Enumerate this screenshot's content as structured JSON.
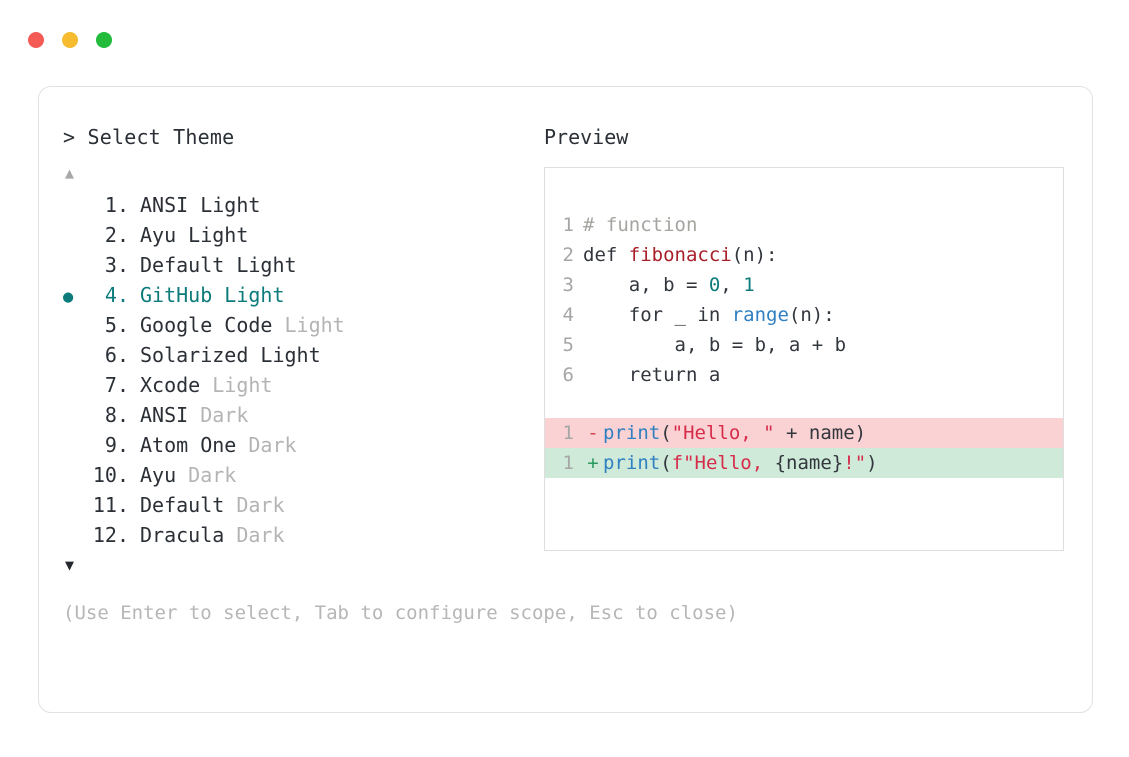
{
  "window": {
    "dots": [
      {
        "name": "close-dot",
        "color": "#f45b57"
      },
      {
        "name": "minimize-dot",
        "color": "#f6bb2f"
      },
      {
        "name": "maximize-dot",
        "color": "#22bb3b"
      }
    ]
  },
  "theme_picker": {
    "prompt": "> Select Theme",
    "scroll_up": "▲",
    "scroll_down": "▼",
    "selected_index": 4,
    "bullet": "●",
    "items": [
      {
        "num": "1.",
        "name": "ANSI",
        "variant": "Light",
        "variant_dim": false,
        "selected": false
      },
      {
        "num": "2.",
        "name": "Ayu",
        "variant": "Light",
        "variant_dim": false,
        "selected": false
      },
      {
        "num": "3.",
        "name": "Default",
        "variant": "Light",
        "variant_dim": false,
        "selected": false
      },
      {
        "num": "4.",
        "name": "GitHub",
        "variant": "Light",
        "variant_dim": false,
        "selected": true
      },
      {
        "num": "5.",
        "name": "Google Code",
        "variant": "Light",
        "variant_dim": true,
        "selected": false
      },
      {
        "num": "6.",
        "name": "Solarized",
        "variant": "Light",
        "variant_dim": false,
        "selected": false
      },
      {
        "num": "7.",
        "name": "Xcode",
        "variant": "Light",
        "variant_dim": true,
        "selected": false
      },
      {
        "num": "8.",
        "name": "ANSI",
        "variant": "Dark",
        "variant_dim": true,
        "selected": false
      },
      {
        "num": "9.",
        "name": "Atom One",
        "variant": "Dark",
        "variant_dim": true,
        "selected": false
      },
      {
        "num": "10.",
        "name": "Ayu",
        "variant": "Dark",
        "variant_dim": true,
        "selected": false
      },
      {
        "num": "11.",
        "name": "Default",
        "variant": "Dark",
        "variant_dim": true,
        "selected": false
      },
      {
        "num": "12.",
        "name": "Dracula",
        "variant": "Dark",
        "variant_dim": true,
        "selected": false
      }
    ],
    "hint": "(Use Enter to select, Tab to configure scope, Esc to close)"
  },
  "preview": {
    "label": "Preview",
    "code_lines": [
      {
        "ln": "1",
        "tokens": [
          {
            "t": "# function",
            "c": "tok-comment"
          }
        ]
      },
      {
        "ln": "2",
        "tokens": [
          {
            "t": "def ",
            "c": "tok-kw"
          },
          {
            "t": "fibonacci",
            "c": "tok-fn"
          },
          {
            "t": "(n):",
            "c": "tok-plain"
          }
        ]
      },
      {
        "ln": "3",
        "tokens": [
          {
            "t": "    a, b = ",
            "c": "tok-plain"
          },
          {
            "t": "0",
            "c": "tok-num"
          },
          {
            "t": ", ",
            "c": "tok-plain"
          },
          {
            "t": "1",
            "c": "tok-num"
          }
        ]
      },
      {
        "ln": "4",
        "tokens": [
          {
            "t": "    for _ in ",
            "c": "tok-plain"
          },
          {
            "t": "range",
            "c": "tok-builtin"
          },
          {
            "t": "(n):",
            "c": "tok-plain"
          }
        ]
      },
      {
        "ln": "5",
        "tokens": [
          {
            "t": "        a, b = b, a + b",
            "c": "tok-plain"
          }
        ]
      },
      {
        "ln": "6",
        "tokens": [
          {
            "t": "    return a",
            "c": "tok-plain"
          }
        ]
      }
    ],
    "diff_lines": [
      {
        "ln": "1",
        "kind": "del",
        "sign": "-",
        "tokens": [
          {
            "t": "print",
            "c": "tok-builtin"
          },
          {
            "t": "(",
            "c": "tok-plain"
          },
          {
            "t": "\"Hello, \"",
            "c": "tok-str"
          },
          {
            "t": " + name)",
            "c": "tok-plain"
          }
        ]
      },
      {
        "ln": "1",
        "kind": "add",
        "sign": "+",
        "tokens": [
          {
            "t": "print",
            "c": "tok-builtin"
          },
          {
            "t": "(",
            "c": "tok-plain"
          },
          {
            "t": "f\"Hello, ",
            "c": "tok-str"
          },
          {
            "t": "{name}",
            "c": "tok-plain"
          },
          {
            "t": "!\"",
            "c": "tok-str"
          },
          {
            "t": ")",
            "c": "tok-plain"
          }
        ]
      }
    ]
  },
  "colors": {
    "accent_teal": "#0d7b7b",
    "text": "#2b2f36",
    "dim": "#b4b4b4",
    "diff_del_bg": "#fad2d3",
    "diff_add_bg": "#cfead9",
    "card_border": "#e2e2e2"
  }
}
